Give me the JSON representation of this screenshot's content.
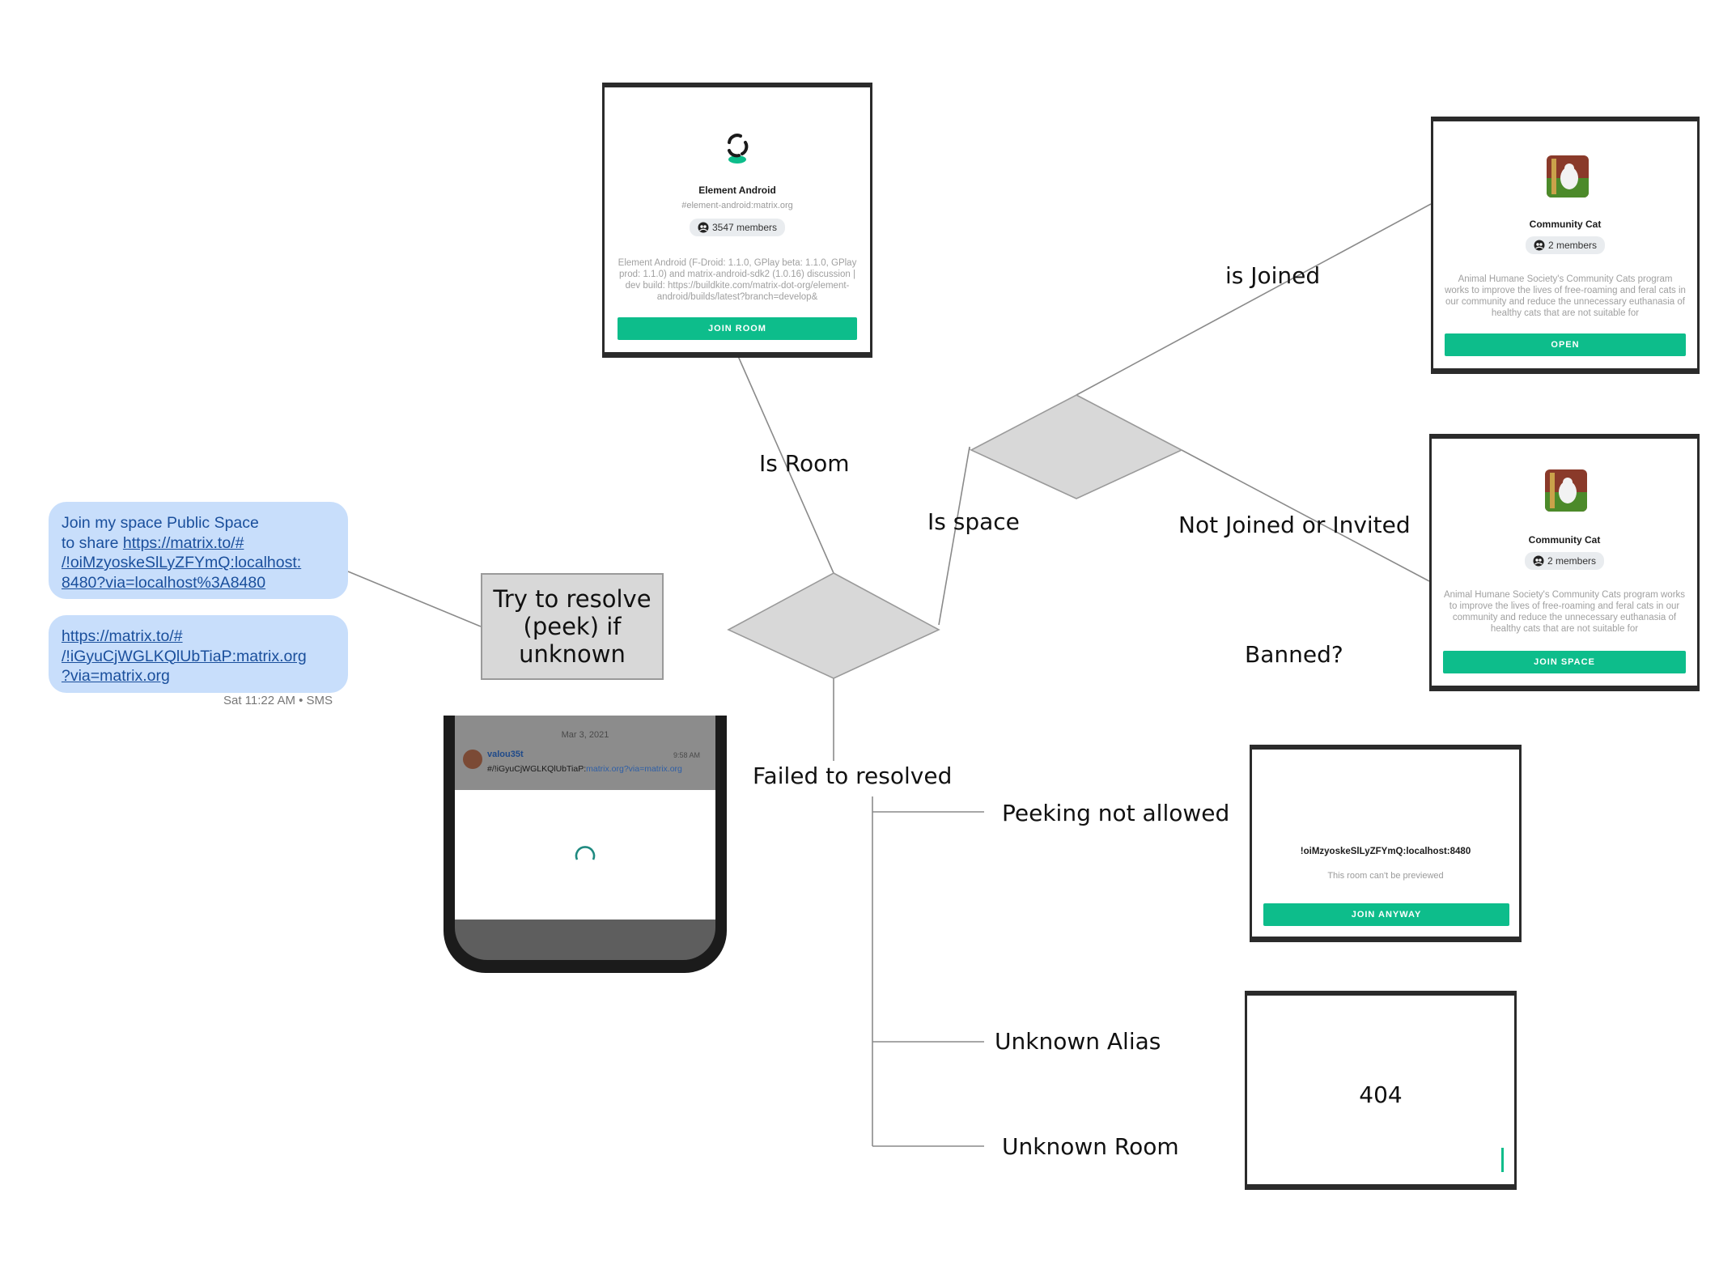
{
  "labels": {
    "is_room": "Is Room",
    "is_space": "Is space",
    "is_joined": "is Joined",
    "not_joined": "Not Joined or Invited",
    "banned": "Banned?",
    "failed": "Failed to resolved",
    "peeking": "Peeking not allowed",
    "unknown_alias": "Unknown Alias",
    "unknown_room": "Unknown Room"
  },
  "decision": {
    "text": "Try to resolve (peek) if unknown"
  },
  "sms": {
    "bubble1": {
      "line1": "Join my space Public Space",
      "line2_prefix": "to share ",
      "link_parts": [
        "https://matrix.to/#",
        "/!oiMzyoskeSlLyZFYmQ:localhost:",
        "8480?via=localhost%3A8480"
      ]
    },
    "bubble2": {
      "link_parts": [
        "https://matrix.to/#",
        "/!iGyuCjWGLKQlUbTiaP:matrix.org",
        "?via=matrix.org"
      ]
    },
    "meta": "Sat 11:22 AM • SMS"
  },
  "phone": {
    "date": "Mar 3, 2021",
    "user": "valou35t",
    "time": "9:58 AM",
    "message": "#/!iGyuCjWGLKQlUbTiaP:",
    "message_link": "matrix.org?via=matrix.org"
  },
  "room_card": {
    "title": "Element Android",
    "alias": "#element-android:matrix.org",
    "members": "3547 members",
    "description": "Element Android (F-Droid: 1.1.0, GPlay beta: 1.1.0, GPlay prod: 1.1.0) and matrix-android-sdk2 (1.0.16) discussion | dev build: https://buildkite.com/matrix-dot-org/element-android/builds/latest?branch=develop&",
    "button": "JOIN ROOM"
  },
  "space_joined_card": {
    "title": "Community Cat",
    "members": "2 members",
    "description": "Animal Humane Society's Community Cats program works to improve the lives of free-roaming and feral cats in our community and reduce the unnecessary euthanasia of healthy cats that are not suitable for",
    "button": "OPEN"
  },
  "space_join_card": {
    "title": "Community Cat",
    "members": "2 members",
    "description": "Animal Humane Society's Community Cats program works to improve the lives of free-roaming and feral cats in our community and reduce the unnecessary euthanasia of healthy cats that are not suitable for",
    "button": "JOIN SPACE"
  },
  "peek_card": {
    "title": "!oiMzyoskeSlLyZFYmQ:localhost:8480",
    "subtitle": "This room can't be previewed",
    "button": "JOIN ANYWAY"
  },
  "error_card": {
    "code": "404"
  },
  "colors": {
    "accent": "#0dbd8b",
    "bubble": "#c8defb",
    "decision_fill": "#d8d8d8"
  }
}
